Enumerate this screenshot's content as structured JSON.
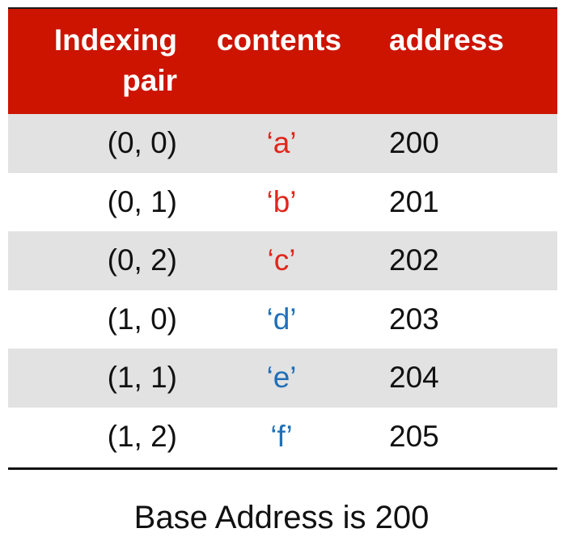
{
  "colors": {
    "header_bg": "#cc1400",
    "header_text": "#ffffff",
    "shade_row": "#e2e2e2",
    "red_content": "#e0261b",
    "blue_content": "#1f6fb8"
  },
  "header": {
    "pair_line1": "Indexing",
    "pair_line2": "pair",
    "contents": "contents",
    "address": "address"
  },
  "rows": [
    {
      "pair": "(0, 0)",
      "contents": "‘a’",
      "address": "200",
      "color": "#e0261b"
    },
    {
      "pair": "(0, 1)",
      "contents": "‘b’",
      "address": "201",
      "color": "#e0261b"
    },
    {
      "pair": "(0, 2)",
      "contents": "‘c’",
      "address": "202",
      "color": "#e0261b"
    },
    {
      "pair": "(1, 0)",
      "contents": "‘d’",
      "address": "203",
      "color": "#1f6fb8"
    },
    {
      "pair": "(1, 1)",
      "contents": "‘e’",
      "address": "204",
      "color": "#1f6fb8"
    },
    {
      "pair": "(1, 2)",
      "contents": "‘f’",
      "address": "205",
      "color": "#1f6fb8"
    }
  ],
  "caption": "Base Address is 200"
}
